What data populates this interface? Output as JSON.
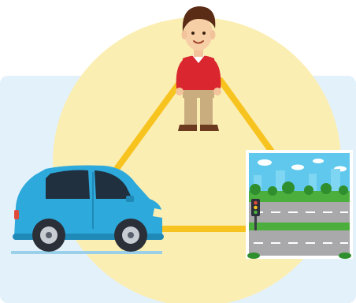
{
  "diagram": {
    "nodes": [
      {
        "id": "person",
        "icon": "person-icon"
      },
      {
        "id": "vehicle",
        "icon": "car-icon"
      },
      {
        "id": "environment",
        "icon": "road-scene-icon"
      }
    ],
    "links": [
      {
        "from": "person",
        "to": "vehicle"
      },
      {
        "from": "person",
        "to": "environment"
      },
      {
        "from": "vehicle",
        "to": "environment"
      }
    ]
  },
  "colors": {
    "panel_background": "#e3f1fb",
    "circle": "#fbeeb3",
    "triangle_edges": "#f7c31f",
    "car_body": "#2da9dc",
    "person_shirt": "#d9262f",
    "person_trousers": "#c9ad7f",
    "sky": "#5fc8ec",
    "grass": "#4cae3c",
    "road": "#a9a9ab"
  }
}
